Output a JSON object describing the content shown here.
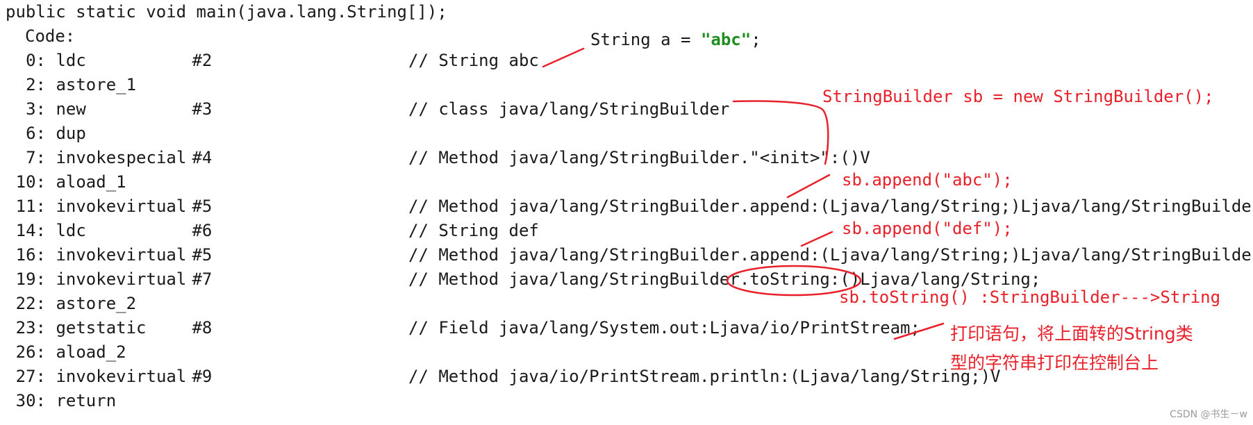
{
  "header": {
    "signature": "public static void main(java.lang.String[]);",
    "code_label": "Code:"
  },
  "instructions": [
    {
      "index": "0:",
      "opcode": "ldc",
      "arg": "#2",
      "comment": "// String abc"
    },
    {
      "index": "2:",
      "opcode": "astore_1",
      "arg": "",
      "comment": ""
    },
    {
      "index": "3:",
      "opcode": "new",
      "arg": "#3",
      "comment": "// class java/lang/StringBuilder"
    },
    {
      "index": "6:",
      "opcode": "dup",
      "arg": "",
      "comment": ""
    },
    {
      "index": "7:",
      "opcode": "invokespecial",
      "arg": "#4",
      "comment": "// Method java/lang/StringBuilder.\"<init>\":()V"
    },
    {
      "index": "10:",
      "opcode": "aload_1",
      "arg": "",
      "comment": ""
    },
    {
      "index": "11:",
      "opcode": "invokevirtual",
      "arg": "#5",
      "comment": "// Method java/lang/StringBuilder.append:(Ljava/lang/String;)Ljava/lang/StringBuilder;"
    },
    {
      "index": "14:",
      "opcode": "ldc",
      "arg": "#6",
      "comment": "// String def"
    },
    {
      "index": "16:",
      "opcode": "invokevirtual",
      "arg": "#5",
      "comment": "// Method java/lang/StringBuilder.append:(Ljava/lang/String;)Ljava/lang/StringBuilder;"
    },
    {
      "index": "19:",
      "opcode": "invokevirtual",
      "arg": "#7",
      "comment": "// Method java/lang/StringBuilder.toString:()Ljava/lang/String;"
    },
    {
      "index": "22:",
      "opcode": "astore_2",
      "arg": "",
      "comment": ""
    },
    {
      "index": "23:",
      "opcode": "getstatic",
      "arg": "#8",
      "comment": "// Field java/lang/System.out:Ljava/io/PrintStream;"
    },
    {
      "index": "26:",
      "opcode": "aload_2",
      "arg": "",
      "comment": ""
    },
    {
      "index": "27:",
      "opcode": "invokevirtual",
      "arg": "#9",
      "comment": "// Method java/io/PrintStream.println:(Ljava/lang/String;)V"
    },
    {
      "index": "30:",
      "opcode": "return",
      "arg": "",
      "comment": ""
    }
  ],
  "annotations": {
    "string_a_prefix": "String a = ",
    "string_a_value": "\"abc\"",
    "string_a_suffix": ";",
    "sb_new": "StringBuilder sb = new StringBuilder();",
    "append_abc": "sb.append(\"abc\");",
    "append_def": "sb.append(\"def\");",
    "to_string": "sb.toString() :StringBuilder--->String",
    "print_line1": "打印语句，将上面转的String类",
    "print_line2": "型的字符串打印在控制台上"
  },
  "colors": {
    "annotation": "#e8202a",
    "string_literal": "#1e8f1e",
    "text": "#1a1a1a"
  },
  "watermark": "CSDN @书生－w"
}
